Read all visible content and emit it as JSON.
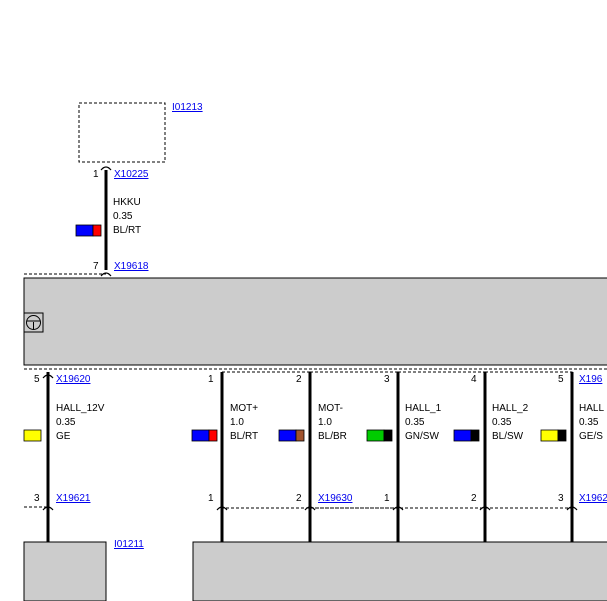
{
  "components": {
    "top_module": {
      "ref": "I01213"
    },
    "bottom_left_module": {
      "ref": "I01211"
    },
    "control_unit": {
      "icon": "steering-wheel-icon"
    }
  },
  "connectors": {
    "x10225": {
      "ref": "X10225",
      "pin": "1"
    },
    "x19618": {
      "ref": "X19618",
      "pin": "7"
    },
    "x19620": {
      "ref": "X19620",
      "pin": "5"
    },
    "x19621": {
      "ref": "X19621",
      "pin": "3"
    },
    "x19630": {
      "ref": "X19630"
    },
    "x1962x_top": {
      "ref": "X196"
    },
    "x1962x_bottom": {
      "ref": "X1962"
    }
  },
  "wires": [
    {
      "name": "HKKU",
      "size": "0.35",
      "color": "BL/RT",
      "swatch": [
        "#0000ff",
        "#ff0000"
      ]
    },
    {
      "name": "HALL_12V",
      "size": "0.35",
      "color": "GE",
      "swatch": [
        "#ffff00"
      ]
    },
    {
      "name": "MOT+",
      "size": "1.0",
      "color": "BL/RT",
      "swatch": [
        "#0000ff",
        "#ff0000"
      ],
      "pin_top": "1",
      "pin_bottom": "1"
    },
    {
      "name": "MOT-",
      "size": "1.0",
      "color": "BL/BR",
      "swatch": [
        "#0000ff",
        "#a0522d"
      ],
      "pin_top": "2",
      "pin_bottom": "2"
    },
    {
      "name": "HALL_1",
      "size": "0.35",
      "color": "GN/SW",
      "swatch": [
        "#00cc00",
        "#000000"
      ],
      "pin_top": "3",
      "pin_bottom": "1"
    },
    {
      "name": "HALL_2",
      "size": "0.35",
      "color": "BL/SW",
      "swatch": [
        "#0000ff",
        "#000000"
      ],
      "pin_top": "4",
      "pin_bottom": "2"
    },
    {
      "name": "HALL",
      "size": "0.35",
      "color": "GE/S",
      "swatch": [
        "#ffff00",
        "#000000"
      ],
      "pin_top": "5",
      "pin_bottom": "3"
    }
  ],
  "colors": {
    "box_fill": "#cccccc",
    "wire": "#000000",
    "link": "#0000ee"
  }
}
